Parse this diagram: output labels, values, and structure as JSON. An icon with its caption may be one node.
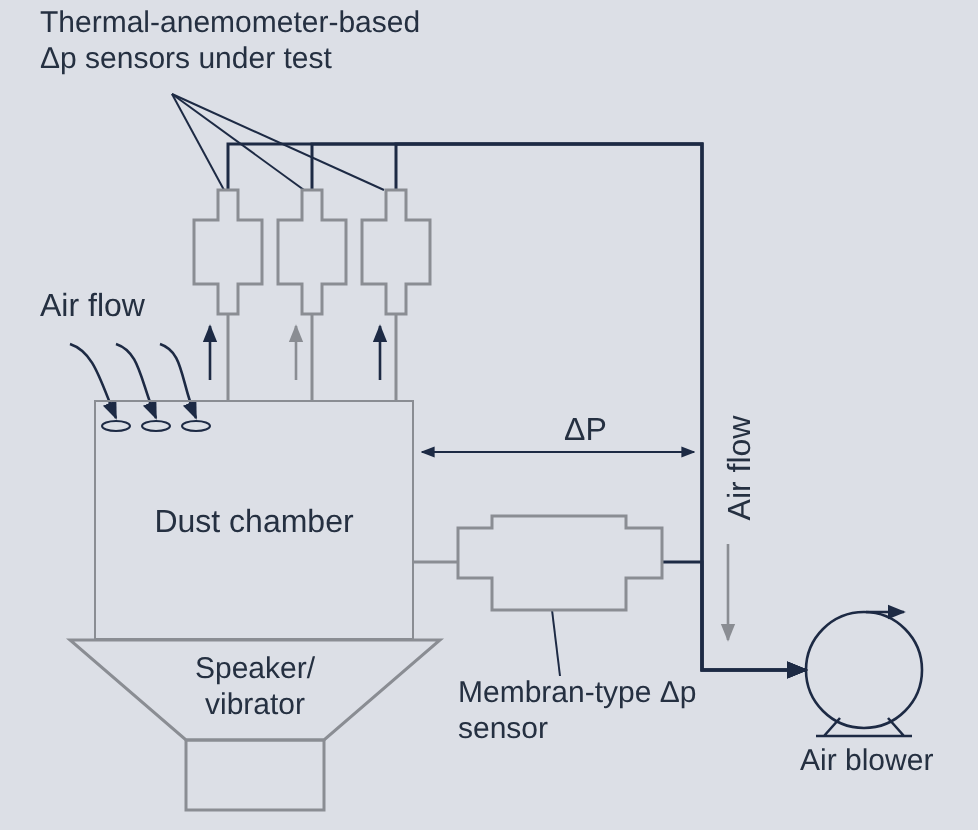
{
  "diagram": {
    "nodes": [
      {
        "text": [
          "Thermal-anemometer-based Δp sensors under test"
        ]
      },
      {
        "text": [],
        "shape": "box"
      },
      {
        "text": [],
        "shape": "box"
      },
      {
        "text": [],
        "shape": "box"
      },
      {
        "text": [
          "Dust chamber"
        ]
      },
      {
        "text": [
          "Speaker/ vibrator"
        ]
      },
      {
        "text": [],
        "shape": "box"
      },
      {
        "text": [
          "Membran-type Δp sensor"
        ]
      },
      {
        "text": [
          "Air blower"
        ]
      }
    ],
    "edges": [
      {
        "from": 0,
        "to": 1,
        "arrow": "none"
      },
      {
        "from": 0,
        "to": 2,
        "arrow": "none"
      },
      {
        "from": 0,
        "to": 3,
        "arrow": "none"
      },
      {
        "from": 4,
        "to": 1,
        "arrow": "none",
        "color": "#8a8d93"
      },
      {
        "from": 4,
        "to": 2,
        "arrow": "none",
        "color": "#8a8d93"
      },
      {
        "from": 4,
        "to": 3,
        "arrow": "none",
        "color": "#8a8d93"
      },
      {
        "from": 1,
        "to": 8,
        "arrow": "to"
      },
      {
        "from": 2,
        "to": 8,
        "arrow": "to"
      },
      {
        "from": 3,
        "to": 8,
        "arrow": "to"
      },
      {
        "from": 4,
        "to": 6,
        "arrow": "none",
        "color": "#8a8d93"
      },
      {
        "from": 6,
        "to": 8,
        "arrow": "to"
      },
      {
        "from": 7,
        "to": 6,
        "arrow": "none"
      }
    ],
    "labels": [
      "Air flow",
      "ΔP",
      "Air flow"
    ]
  }
}
